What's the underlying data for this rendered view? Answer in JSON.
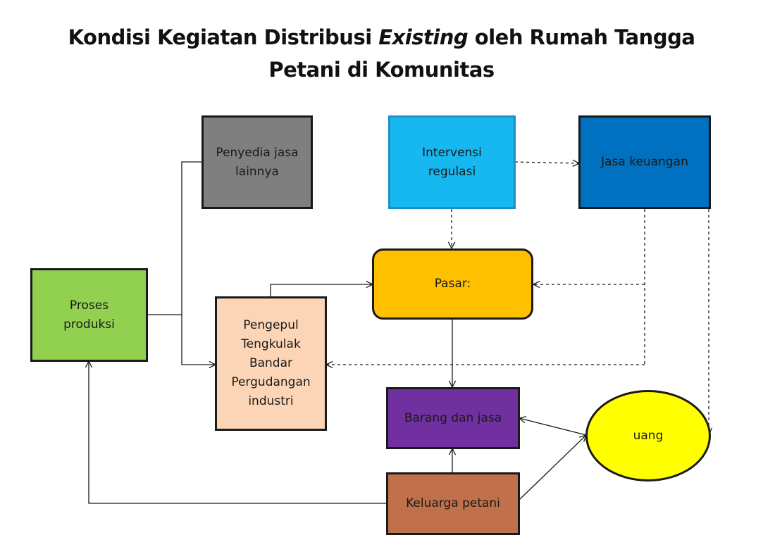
{
  "title": {
    "before": "Kondisi Kegiatan Distribusi ",
    "italic": "Existing",
    "after": " oleh Rumah Tangga Petani di Komunitas"
  },
  "nodes": {
    "penyedia": {
      "label": "Penyedia jasa\nlainnya",
      "color": "#7f7f7f"
    },
    "intervensi": {
      "label": "Intervensi\nregulasi",
      "color": "#17b7ef"
    },
    "keuangan": {
      "label": "Jasa keuangan",
      "color": "#0070c0"
    },
    "proses": {
      "label": "Proses\nproduksi",
      "color": "#92d050"
    },
    "pasar": {
      "label": "Pasar:",
      "color": "#ffc000"
    },
    "pengepul": {
      "label": "Pengepul\nTengkulak\nBandar\nPergudangan\nindustri",
      "color": "#fbd5b5"
    },
    "barang": {
      "label": "Barang dan jasa",
      "color": "#7030a0"
    },
    "uang": {
      "label": "uang",
      "color": "#ffff00"
    },
    "keluarga": {
      "label": "Keluarga petani",
      "color": "#c0704a"
    }
  }
}
